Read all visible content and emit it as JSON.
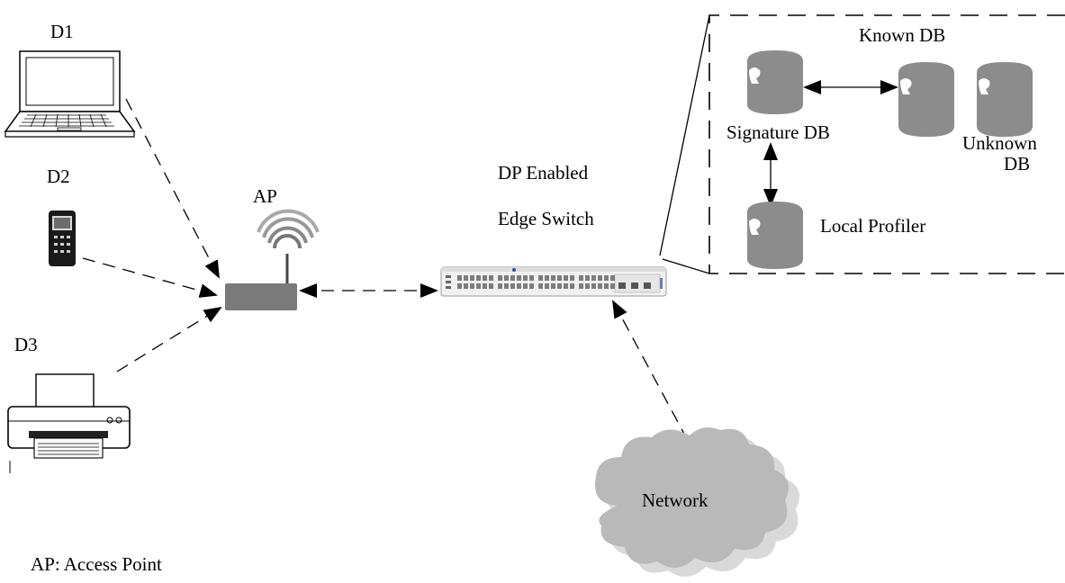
{
  "devices": {
    "d1": "D1",
    "d2": "D2",
    "d3": "D3",
    "d1_icon": "laptop-icon",
    "d2_icon": "mobile-phone-icon",
    "d3_icon": "printer-icon"
  },
  "ap": {
    "label": "AP",
    "icon": "wireless-router-icon"
  },
  "switch": {
    "line1": "DP Enabled",
    "line2": "Edge Switch",
    "icon": "network-switch-icon"
  },
  "databases": {
    "known": "Known DB",
    "signature": "Signature DB",
    "unknown_line1": "Unknown",
    "unknown_line2": "DB",
    "local_profiler": "Local Profiler"
  },
  "network": {
    "label": "Network",
    "icon": "cloud-icon"
  },
  "legend": "AP: Access Point",
  "colors": {
    "db_fill": "#8c8c8c",
    "cloud_fill": "#b9b9b9",
    "router_fill": "#7a7a7a",
    "line": "#000000"
  }
}
